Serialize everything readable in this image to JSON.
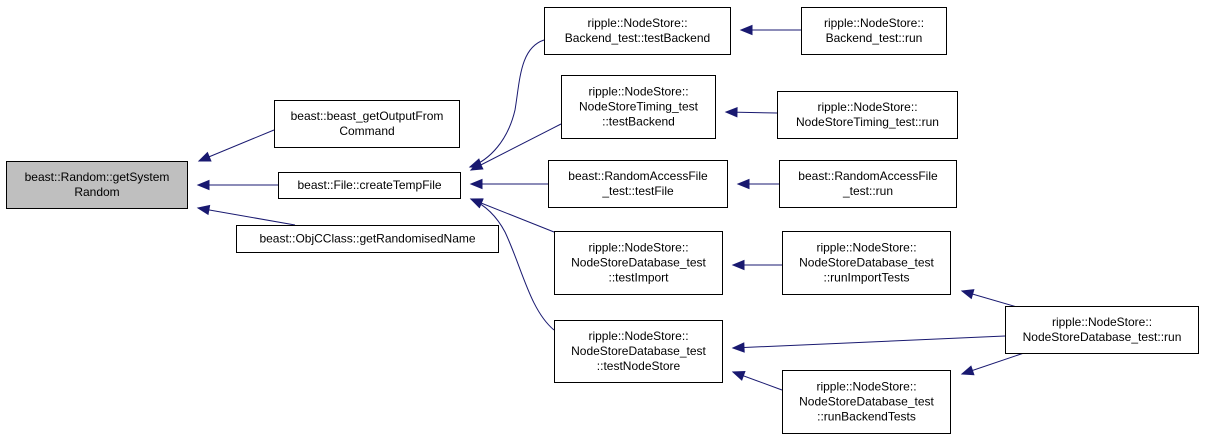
{
  "nodes": [
    {
      "id": "n0",
      "lines": [
        "beast::Random::getSystem",
        "Random"
      ],
      "root": true
    },
    {
      "id": "n1",
      "lines": [
        "beast::beast_getOutputFrom",
        "Command"
      ]
    },
    {
      "id": "n2",
      "lines": [
        "beast::File::createTempFile"
      ]
    },
    {
      "id": "n3",
      "lines": [
        "beast::ObjCClass::getRandomisedName"
      ]
    },
    {
      "id": "n4",
      "lines": [
        "ripple::NodeStore::",
        "Backend_test::testBackend"
      ]
    },
    {
      "id": "n5",
      "lines": [
        "ripple::NodeStore::",
        "NodeStoreTiming_test",
        "::testBackend"
      ]
    },
    {
      "id": "n6",
      "lines": [
        "beast::RandomAccessFile",
        "_test::testFile"
      ]
    },
    {
      "id": "n7",
      "lines": [
        "ripple::NodeStore::",
        "NodeStoreDatabase_test",
        "::testImport"
      ]
    },
    {
      "id": "n8",
      "lines": [
        "ripple::NodeStore::",
        "NodeStoreDatabase_test",
        "::testNodeStore"
      ]
    },
    {
      "id": "n9",
      "lines": [
        "ripple::NodeStore::",
        "Backend_test::run"
      ]
    },
    {
      "id": "n10",
      "lines": [
        "ripple::NodeStore::",
        "NodeStoreTiming_test::run"
      ]
    },
    {
      "id": "n11",
      "lines": [
        "beast::RandomAccessFile",
        "_test::run"
      ]
    },
    {
      "id": "n12",
      "lines": [
        "ripple::NodeStore::",
        "NodeStoreDatabase_test",
        "::runImportTests"
      ]
    },
    {
      "id": "n13",
      "lines": [
        "ripple::NodeStore::",
        "NodeStoreDatabase_test",
        "::runBackendTests"
      ]
    },
    {
      "id": "n14",
      "lines": [
        "ripple::NodeStore::",
        "NodeStoreDatabase_test::run"
      ]
    }
  ],
  "edges": [
    {
      "from": "n1",
      "to": "n0"
    },
    {
      "from": "n2",
      "to": "n0"
    },
    {
      "from": "n3",
      "to": "n0"
    },
    {
      "from": "n4",
      "to": "n2"
    },
    {
      "from": "n5",
      "to": "n2"
    },
    {
      "from": "n6",
      "to": "n2"
    },
    {
      "from": "n7",
      "to": "n2"
    },
    {
      "from": "n8",
      "to": "n2"
    },
    {
      "from": "n9",
      "to": "n4"
    },
    {
      "from": "n10",
      "to": "n5"
    },
    {
      "from": "n11",
      "to": "n6"
    },
    {
      "from": "n12",
      "to": "n7"
    },
    {
      "from": "n14",
      "to": "n12"
    },
    {
      "from": "n14",
      "to": "n8"
    },
    {
      "from": "n13",
      "to": "n8"
    },
    {
      "from": "n14",
      "to": "n13"
    }
  ]
}
